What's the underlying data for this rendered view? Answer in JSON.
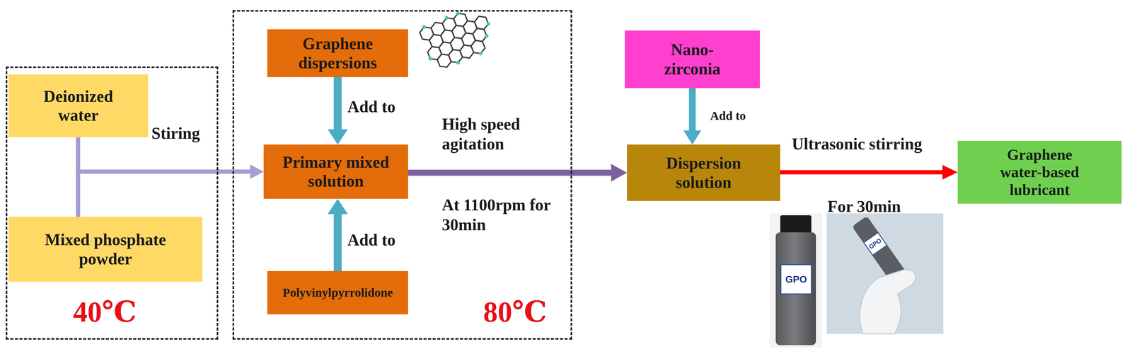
{
  "diagram": {
    "nodes": [
      {
        "text": [
          "40℃"
        ]
      },
      {
        "text": [
          "Deionized water"
        ],
        "in": 0
      },
      {
        "text": [
          "Mixed phosphate powder"
        ],
        "in": 0
      },
      {
        "text": [
          "80℃"
        ]
      },
      {
        "text": [
          "Graphene dispersions"
        ],
        "in": 3
      },
      {
        "text": [
          "Primary mixed solution"
        ],
        "in": 3
      },
      {
        "text": [
          "Polyvinylpyrrolidone"
        ],
        "in": 3
      },
      {
        "text": [
          "Nano-zirconia"
        ]
      },
      {
        "text": [
          "Dispersion solution"
        ]
      },
      {
        "text": [
          "Graphene water-based lubricant"
        ]
      }
    ],
    "edges": [
      {
        "from": 1,
        "to": 5,
        "arrow": "to",
        "label": "Stiring"
      },
      {
        "from": 2,
        "to": 5,
        "arrow": "to"
      },
      {
        "from": 4,
        "to": 5,
        "arrow": "to",
        "label": "Add to"
      },
      {
        "from": 6,
        "to": 5,
        "arrow": "to",
        "label": "Add to"
      },
      {
        "from": 5,
        "to": 8,
        "arrow": "to",
        "label": "High speed agitation"
      },
      {
        "from": 7,
        "to": 8,
        "arrow": "to",
        "label": "Add to"
      },
      {
        "from": 8,
        "to": 9,
        "arrow": "to",
        "label": "Ultrasonic stirring"
      }
    ],
    "labels": [
      "At 1100rpm for 30min",
      "For 30min",
      "GPO",
      "GPO"
    ]
  }
}
